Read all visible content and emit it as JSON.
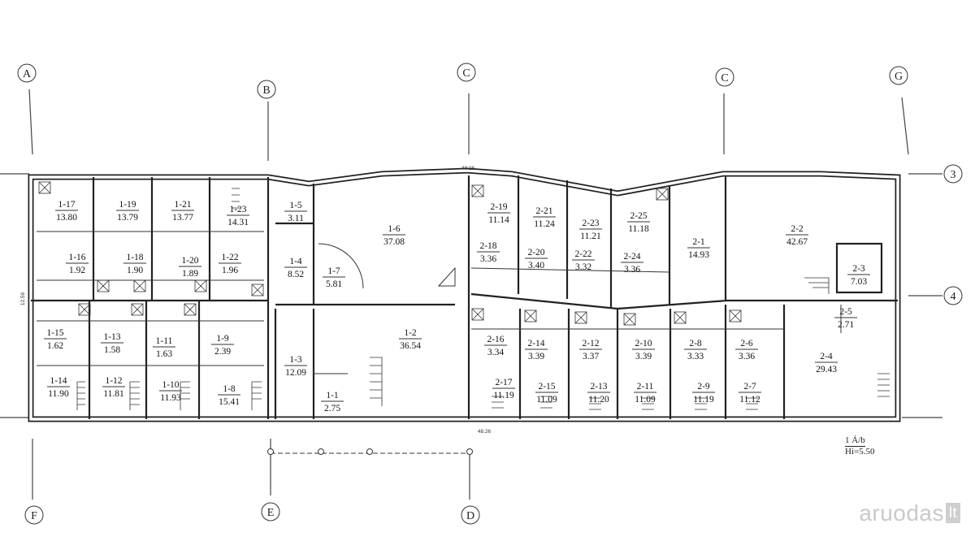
{
  "axes": {
    "top": [
      "A",
      "B",
      "C",
      "C",
      "G"
    ],
    "bottom": [
      "F",
      "E",
      "D"
    ],
    "right": [
      "3",
      "4"
    ]
  },
  "dimensions": {
    "overall_top": "48.26",
    "overall_bottom": "48.26",
    "left_side": "12.59"
  },
  "legend": {
    "scale": "1 Á/b",
    "height": "Hi=5.50"
  },
  "watermark": {
    "brand": "aruodas",
    "tld": "lt"
  },
  "rooms": [
    {
      "id": "1-17",
      "area": "13.80"
    },
    {
      "id": "1-19",
      "area": "13.79"
    },
    {
      "id": "1-21",
      "area": "13.77"
    },
    {
      "id": "1-23",
      "area": "14.31"
    },
    {
      "id": "1-16",
      "area": "1.92"
    },
    {
      "id": "1-18",
      "area": "1.90"
    },
    {
      "id": "1-20",
      "area": "1.89"
    },
    {
      "id": "1-22",
      "area": "1.96"
    },
    {
      "id": "1-15",
      "area": "1.62"
    },
    {
      "id": "1-13",
      "area": "1.58"
    },
    {
      "id": "1-11",
      "area": "1.63"
    },
    {
      "id": "1-9",
      "area": "2.39"
    },
    {
      "id": "1-14",
      "area": "11.90"
    },
    {
      "id": "1-12",
      "area": "11.81"
    },
    {
      "id": "1-10",
      "area": "11.93"
    },
    {
      "id": "1-8",
      "area": "15.41"
    },
    {
      "id": "1-5",
      "area": "3.11"
    },
    {
      "id": "1-4",
      "area": "8.52"
    },
    {
      "id": "1-6",
      "area": "37.08"
    },
    {
      "id": "1-7",
      "area": "5.81"
    },
    {
      "id": "1-3",
      "area": "12.09"
    },
    {
      "id": "1-1",
      "area": "2.75"
    },
    {
      "id": "1-2",
      "area": "36.54"
    },
    {
      "id": "2-19",
      "area": "11.14"
    },
    {
      "id": "2-21",
      "area": "11.24"
    },
    {
      "id": "2-23",
      "area": "11.21"
    },
    {
      "id": "2-25",
      "area": "11.18"
    },
    {
      "id": "2-18",
      "area": "3.36"
    },
    {
      "id": "2-20",
      "area": "3.40"
    },
    {
      "id": "2-22",
      "area": "3.32"
    },
    {
      "id": "2-24",
      "area": "3.36"
    },
    {
      "id": "2-1",
      "area": "14.93"
    },
    {
      "id": "2-2",
      "area": "42.67"
    },
    {
      "id": "2-3",
      "area": "7.03"
    },
    {
      "id": "2-16",
      "area": "3.34"
    },
    {
      "id": "2-14",
      "area": "3.39"
    },
    {
      "id": "2-12",
      "area": "3.37"
    },
    {
      "id": "2-10",
      "area": "3.39"
    },
    {
      "id": "2-8",
      "area": "3.33"
    },
    {
      "id": "2-6",
      "area": "3.36"
    },
    {
      "id": "2-5",
      "area": "2.71"
    },
    {
      "id": "2-17",
      "area": "11.19"
    },
    {
      "id": "2-15",
      "area": "11.09"
    },
    {
      "id": "2-13",
      "area": "11.20"
    },
    {
      "id": "2-11",
      "area": "11.09"
    },
    {
      "id": "2-9",
      "area": "11.19"
    },
    {
      "id": "2-7",
      "area": "11.12"
    },
    {
      "id": "2-4",
      "area": "29.43"
    }
  ]
}
